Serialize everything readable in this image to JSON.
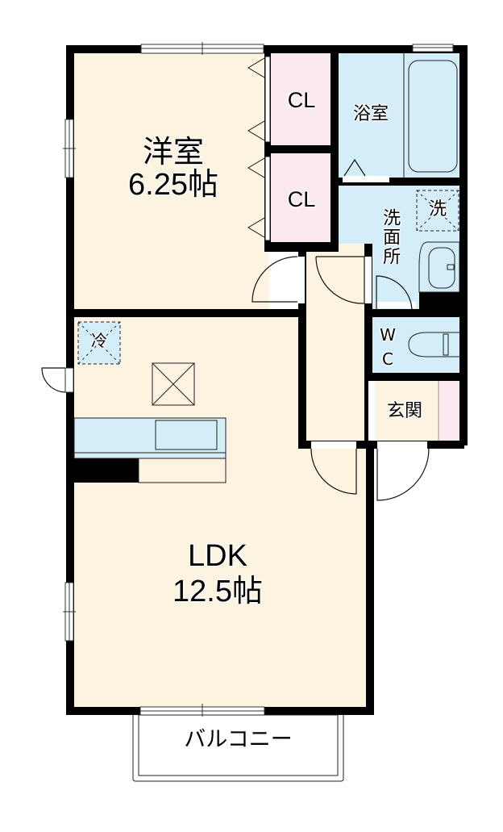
{
  "floor_plan": {
    "colors": {
      "wall": "#000000",
      "living_floor": "#fdf3e1",
      "storage_floor": "#fce8f0",
      "wet_area_floor": "#d3edf9",
      "outdoor": "#ffffff"
    },
    "rooms": {
      "western_room": {
        "name": "洋室",
        "size": "6.25帖"
      },
      "closet_1": {
        "name": "CL"
      },
      "closet_2": {
        "name": "CL"
      },
      "bathroom": {
        "name": "浴室"
      },
      "washroom": {
        "name": "洗面所"
      },
      "washer_space": {
        "name": "洗"
      },
      "toilet": {
        "line1": "W",
        "line2": "C"
      },
      "entrance": {
        "name": "玄関"
      },
      "ldk": {
        "name": "LDK",
        "size": "12.5帖"
      },
      "fridge_space": {
        "name": "冷"
      },
      "balcony": {
        "name": "バルコニー"
      }
    }
  }
}
